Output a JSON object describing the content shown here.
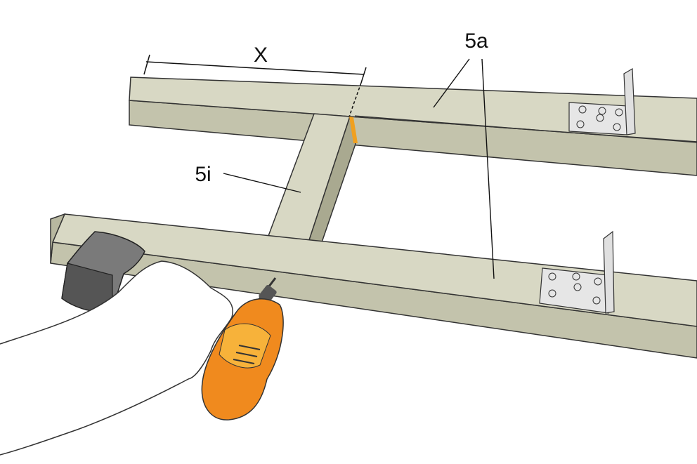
{
  "labels": {
    "dimension": "X",
    "top_beams": "5a",
    "cross_beam": "5i"
  },
  "colors": {
    "wood_top": "#d8d8c4",
    "wood_side": "#c3c3ac",
    "wood_shadow": "#a9a990",
    "outline": "#333333",
    "bracket": "#e6e6e6",
    "drill_body": "#f08a1e",
    "drill_accent": "#f7b23a",
    "clamp": "#7a7a7a",
    "clamp_dark": "#555555",
    "marker": "#f0a020"
  },
  "icons": {
    "drill": "cordless-drill-icon",
    "bracket": "angle-bracket-icon",
    "clamp": "clamp-icon"
  }
}
